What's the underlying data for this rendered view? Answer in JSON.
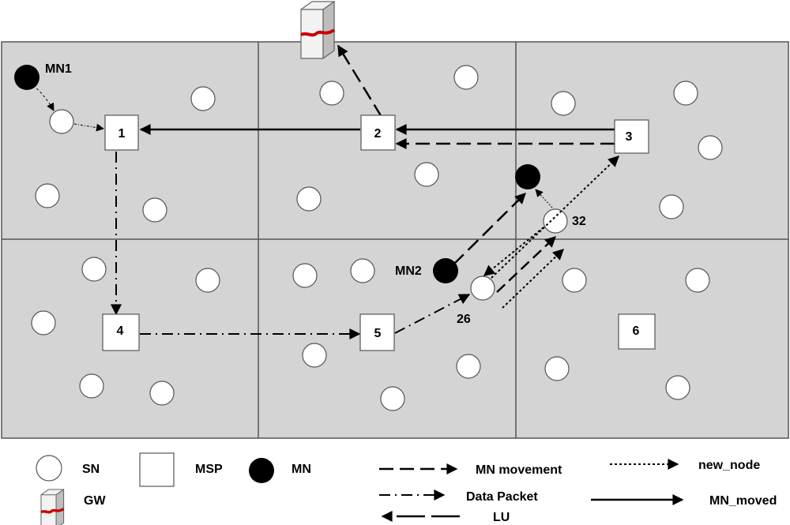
{
  "msps": [
    {
      "id": "1",
      "label": "1"
    },
    {
      "id": "2",
      "label": "2"
    },
    {
      "id": "3",
      "label": "3"
    },
    {
      "id": "4",
      "label": "4"
    },
    {
      "id": "5",
      "label": "5"
    },
    {
      "id": "6",
      "label": "6"
    }
  ],
  "mobile_nodes": [
    {
      "id": "mn1",
      "label": "MN1"
    },
    {
      "id": "mn2",
      "label": "MN2"
    }
  ],
  "numbered_sensors": [
    {
      "id": "sn26",
      "label": "26"
    },
    {
      "id": "sn32",
      "label": "32"
    }
  ],
  "legend": {
    "sn": "SN",
    "msp": "MSP",
    "mn": "MN",
    "gw": "GW",
    "mn_movement": "MN movement",
    "data_packet": "Data Packet",
    "lu": "LU",
    "new_node": "new_node",
    "mn_moved": "MN_moved"
  },
  "colors": {
    "region_fill": "#d4d4d4",
    "grid_line": "#555555",
    "node_fill": "#ffffff",
    "mn_fill": "#000000",
    "gw_band": "#cc0000"
  }
}
